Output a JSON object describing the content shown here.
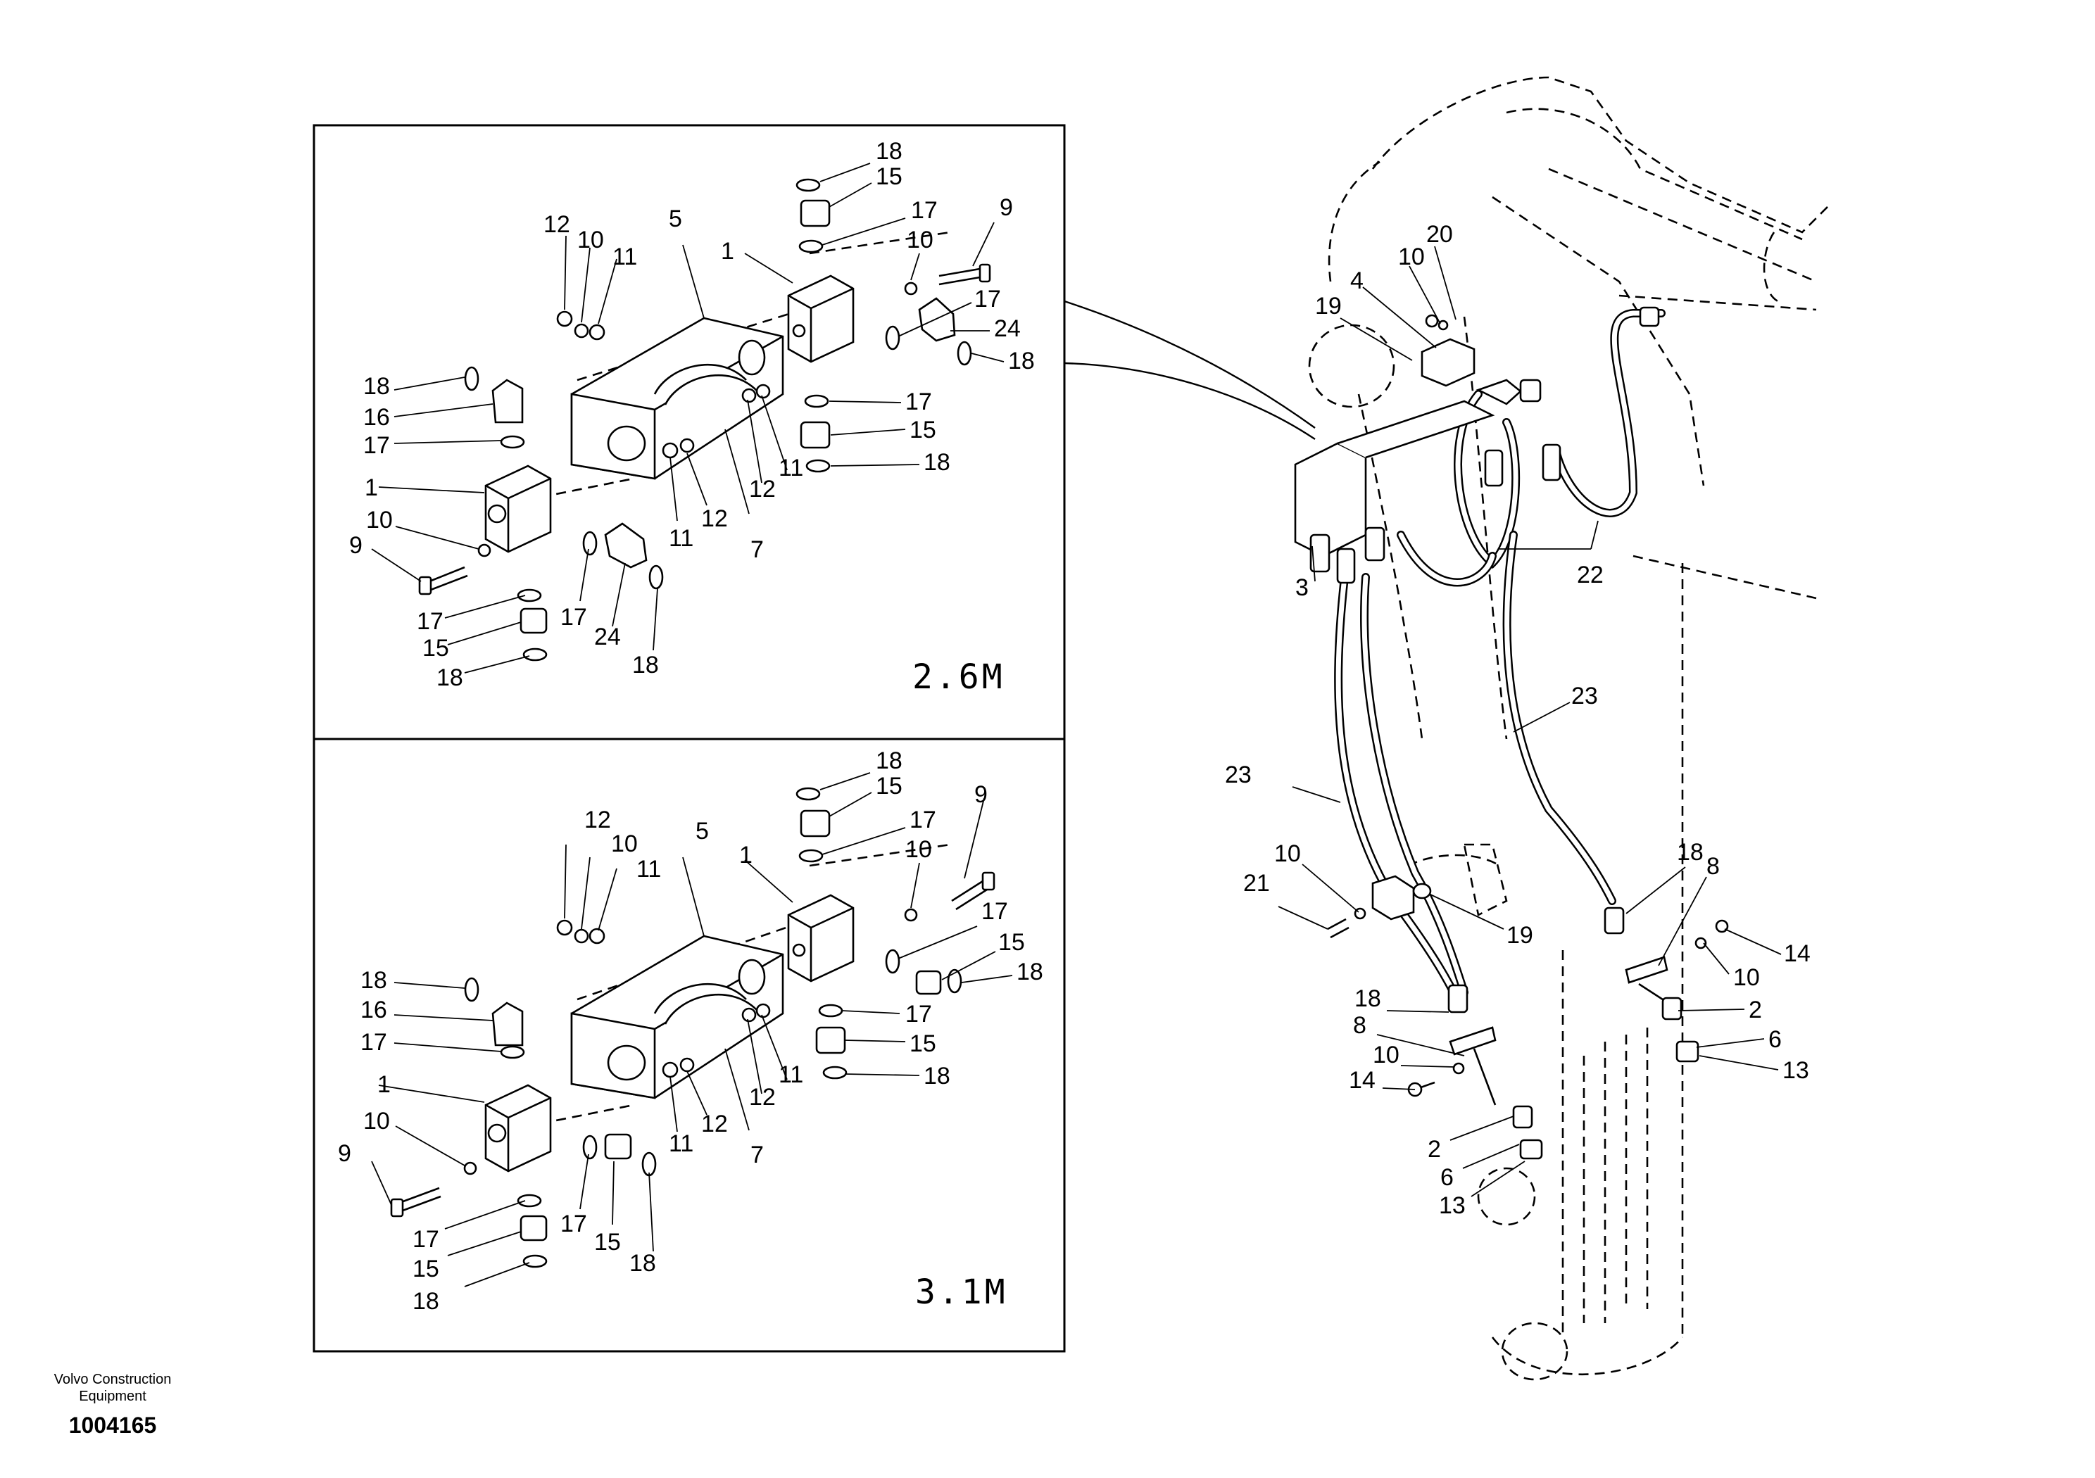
{
  "insets": [
    {
      "title": "2.6M"
    },
    {
      "title": "3.1M"
    }
  ],
  "footer": {
    "company_line1": "Volvo Construction",
    "company_line2": "Equipment",
    "drawing_number": "1004165"
  },
  "callouts": {
    "inset_top": [
      "18",
      "15",
      "17",
      "9",
      "12",
      "10",
      "11",
      "5",
      "1",
      "10",
      "17",
      "24",
      "18",
      "18",
      "16",
      "17",
      "1",
      "10",
      "9",
      "17",
      "15",
      "18",
      "17",
      "24",
      "18",
      "11",
      "12",
      "11",
      "12",
      "7",
      "17",
      "15",
      "18"
    ],
    "inset_bottom": [
      "18",
      "15",
      "17",
      "9",
      "12",
      "10",
      "11",
      "5",
      "1",
      "10",
      "17",
      "15",
      "18",
      "18",
      "16",
      "17",
      "1",
      "10",
      "9",
      "17",
      "15",
      "18",
      "17",
      "15",
      "18",
      "11",
      "12",
      "11",
      "12",
      "7",
      "17",
      "15",
      "18"
    ],
    "main": [
      "20",
      "10",
      "19",
      "4",
      "3",
      "22",
      "23",
      "23",
      "10",
      "21",
      "19",
      "18",
      "8",
      "10",
      "14",
      "2",
      "6",
      "13",
      "18",
      "8",
      "14",
      "10",
      "2",
      "6",
      "13"
    ]
  }
}
